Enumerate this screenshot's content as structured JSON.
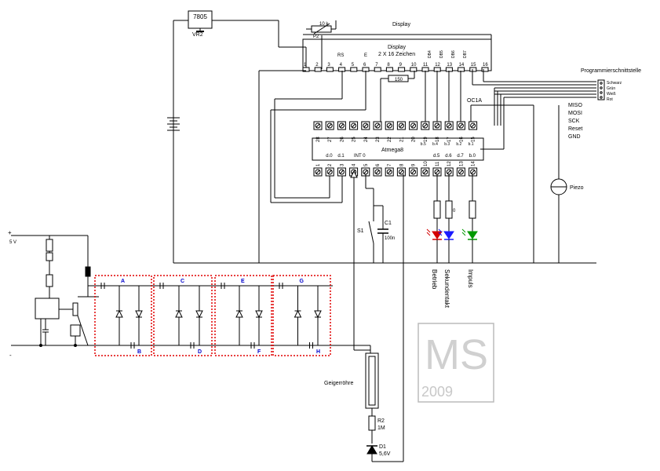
{
  "regulator": {
    "part": "7805",
    "ref": "VR2"
  },
  "pot": {
    "value": "10 k",
    "ref": "P2"
  },
  "display": {
    "title": "Display",
    "label": "Display",
    "size": "2 X 16 Zeichen",
    "pins": [
      "1",
      "2",
      "3",
      "4",
      "5",
      "6",
      "7",
      "8",
      "9",
      "10",
      "11",
      "12",
      "13",
      "14",
      "15",
      "16"
    ],
    "signals": {
      "rs": "RS",
      "e": "E",
      "db4": "DB4",
      "db5": "DB5",
      "db6": "DB6",
      "db7": "DB7"
    }
  },
  "resistor150": "150",
  "header": {
    "title": "Programmierschnittstelle",
    "wires": [
      "Schwarz",
      "Grün",
      "Weiß",
      "Rot"
    ],
    "signals": [
      "MISO",
      "MOSI",
      "SCK",
      "Reset",
      "GND"
    ]
  },
  "mcu": {
    "name": "Atmega8",
    "top_pins": [
      "28",
      "27",
      "26",
      "25",
      "24",
      "23",
      "22",
      "21",
      "20",
      "19",
      "18",
      "17",
      "16",
      "15"
    ],
    "top_ports": [
      "b.5",
      "b.4",
      "b.3",
      "b.2",
      "b.1"
    ],
    "bottom_pins": [
      "1",
      "2",
      "3",
      "4",
      "5",
      "6",
      "7",
      "8",
      "9",
      "10",
      "11",
      "12",
      "13",
      "14"
    ],
    "bottom_ports": [
      "d.0",
      "d.1",
      "INT 0",
      "d.5",
      "d.6",
      "d.7",
      "b.0"
    ],
    "oc1a": "OC1A"
  },
  "piezo": "Piezo",
  "switch": {
    "ref": "S1"
  },
  "capacitor": {
    "ref": "C1",
    "value": "100n"
  },
  "leds": {
    "red": "Betrieb",
    "blue": "Sekundentakt",
    "green": "Impuls"
  },
  "colors": {
    "red": "#d40000",
    "blue": "#1a1aff",
    "green": "#009900",
    "box": "#e00000",
    "node": "#0000cc"
  },
  "supply": {
    "plus": "+",
    "v": "5 V",
    "minus": "-"
  },
  "cascade_nodes": [
    "A",
    "B",
    "C",
    "D",
    "E",
    "F",
    "G",
    "H"
  ],
  "geiger": "Geigerröhre",
  "r2": {
    "ref": "R2",
    "value": "1M"
  },
  "d1": {
    "ref": "D1",
    "value": "5,6V"
  },
  "watermark": {
    "initials": "MS",
    "year": "2009"
  }
}
